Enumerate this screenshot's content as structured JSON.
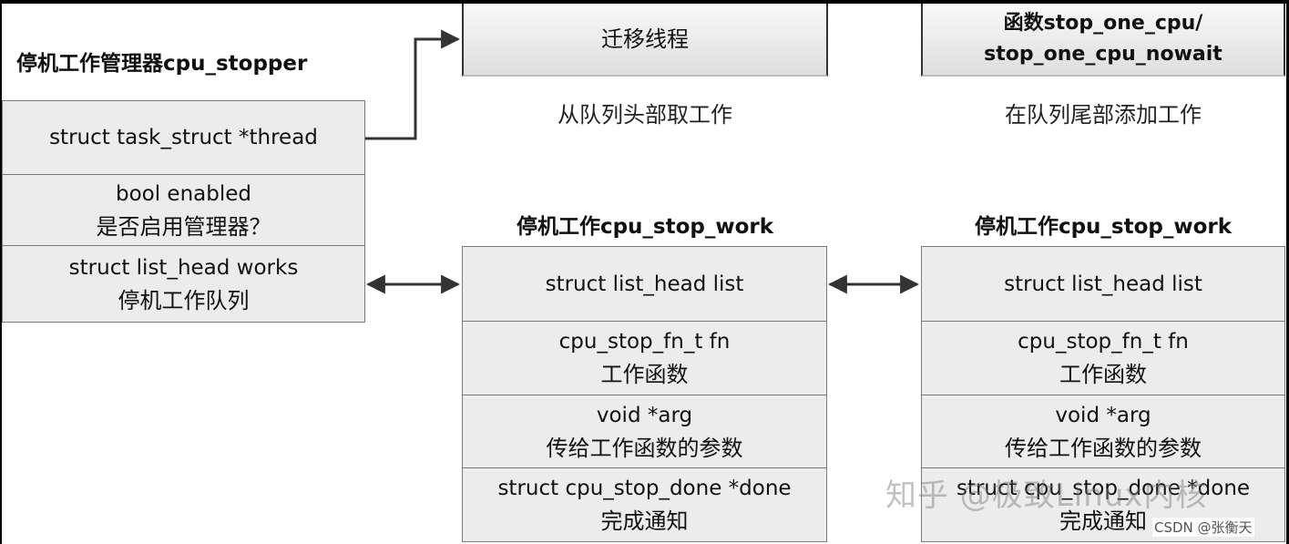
{
  "stopper": {
    "title": "停机工作管理器cpu_stopper",
    "fields": [
      {
        "line1": "struct task_struct *thread",
        "line2": ""
      },
      {
        "line1": "bool enabled",
        "line2": "是否启用管理器？"
      },
      {
        "line1": "struct list_head works",
        "line2": "停机工作队列"
      }
    ]
  },
  "migration_thread": {
    "label": "迁移线程",
    "caption": "从队列头部取工作"
  },
  "function_box": {
    "line1": "函数stop_one_cpu/",
    "line2": "stop_one_cpu_nowait",
    "caption": "在队列尾部添加工作"
  },
  "work_left": {
    "title": "停机工作cpu_stop_work",
    "fields": [
      {
        "line1": "struct list_head list",
        "line2": ""
      },
      {
        "line1": "cpu_stop_fn_t fn",
        "line2": "工作函数"
      },
      {
        "line1": "void *arg",
        "line2": "传给工作函数的参数"
      },
      {
        "line1": "struct cpu_stop_done *done",
        "line2": "完成通知"
      }
    ]
  },
  "work_right": {
    "title": "停机工作cpu_stop_work",
    "fields": [
      {
        "line1": "struct list_head list",
        "line2": ""
      },
      {
        "line1": "cpu_stop_fn_t fn",
        "line2": "工作函数"
      },
      {
        "line1": "void *arg",
        "line2": "传给工作函数的参数"
      },
      {
        "line1": "struct cpu_stop_done *done",
        "line2": "完成通知"
      }
    ]
  },
  "watermark": "知乎 @极致Linux内核",
  "csdn_mark": "CSDN @张衡天"
}
